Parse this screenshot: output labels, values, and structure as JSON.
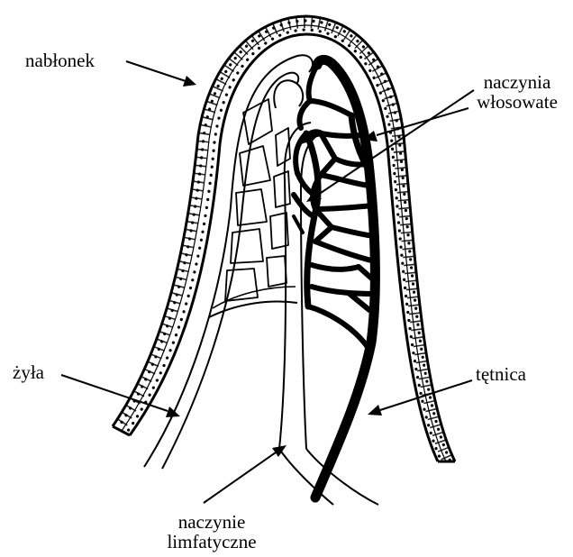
{
  "labels": {
    "epithelium": "nabłonek",
    "capillaries_line1": "naczynia",
    "capillaries_line2": "włosowate",
    "vein": "żyła",
    "artery": "tętnica",
    "lymph_line1": "naczynie",
    "lymph_line2": "limfatyczne"
  },
  "colors": {
    "ink": "#000000",
    "paper": "#ffffff"
  }
}
